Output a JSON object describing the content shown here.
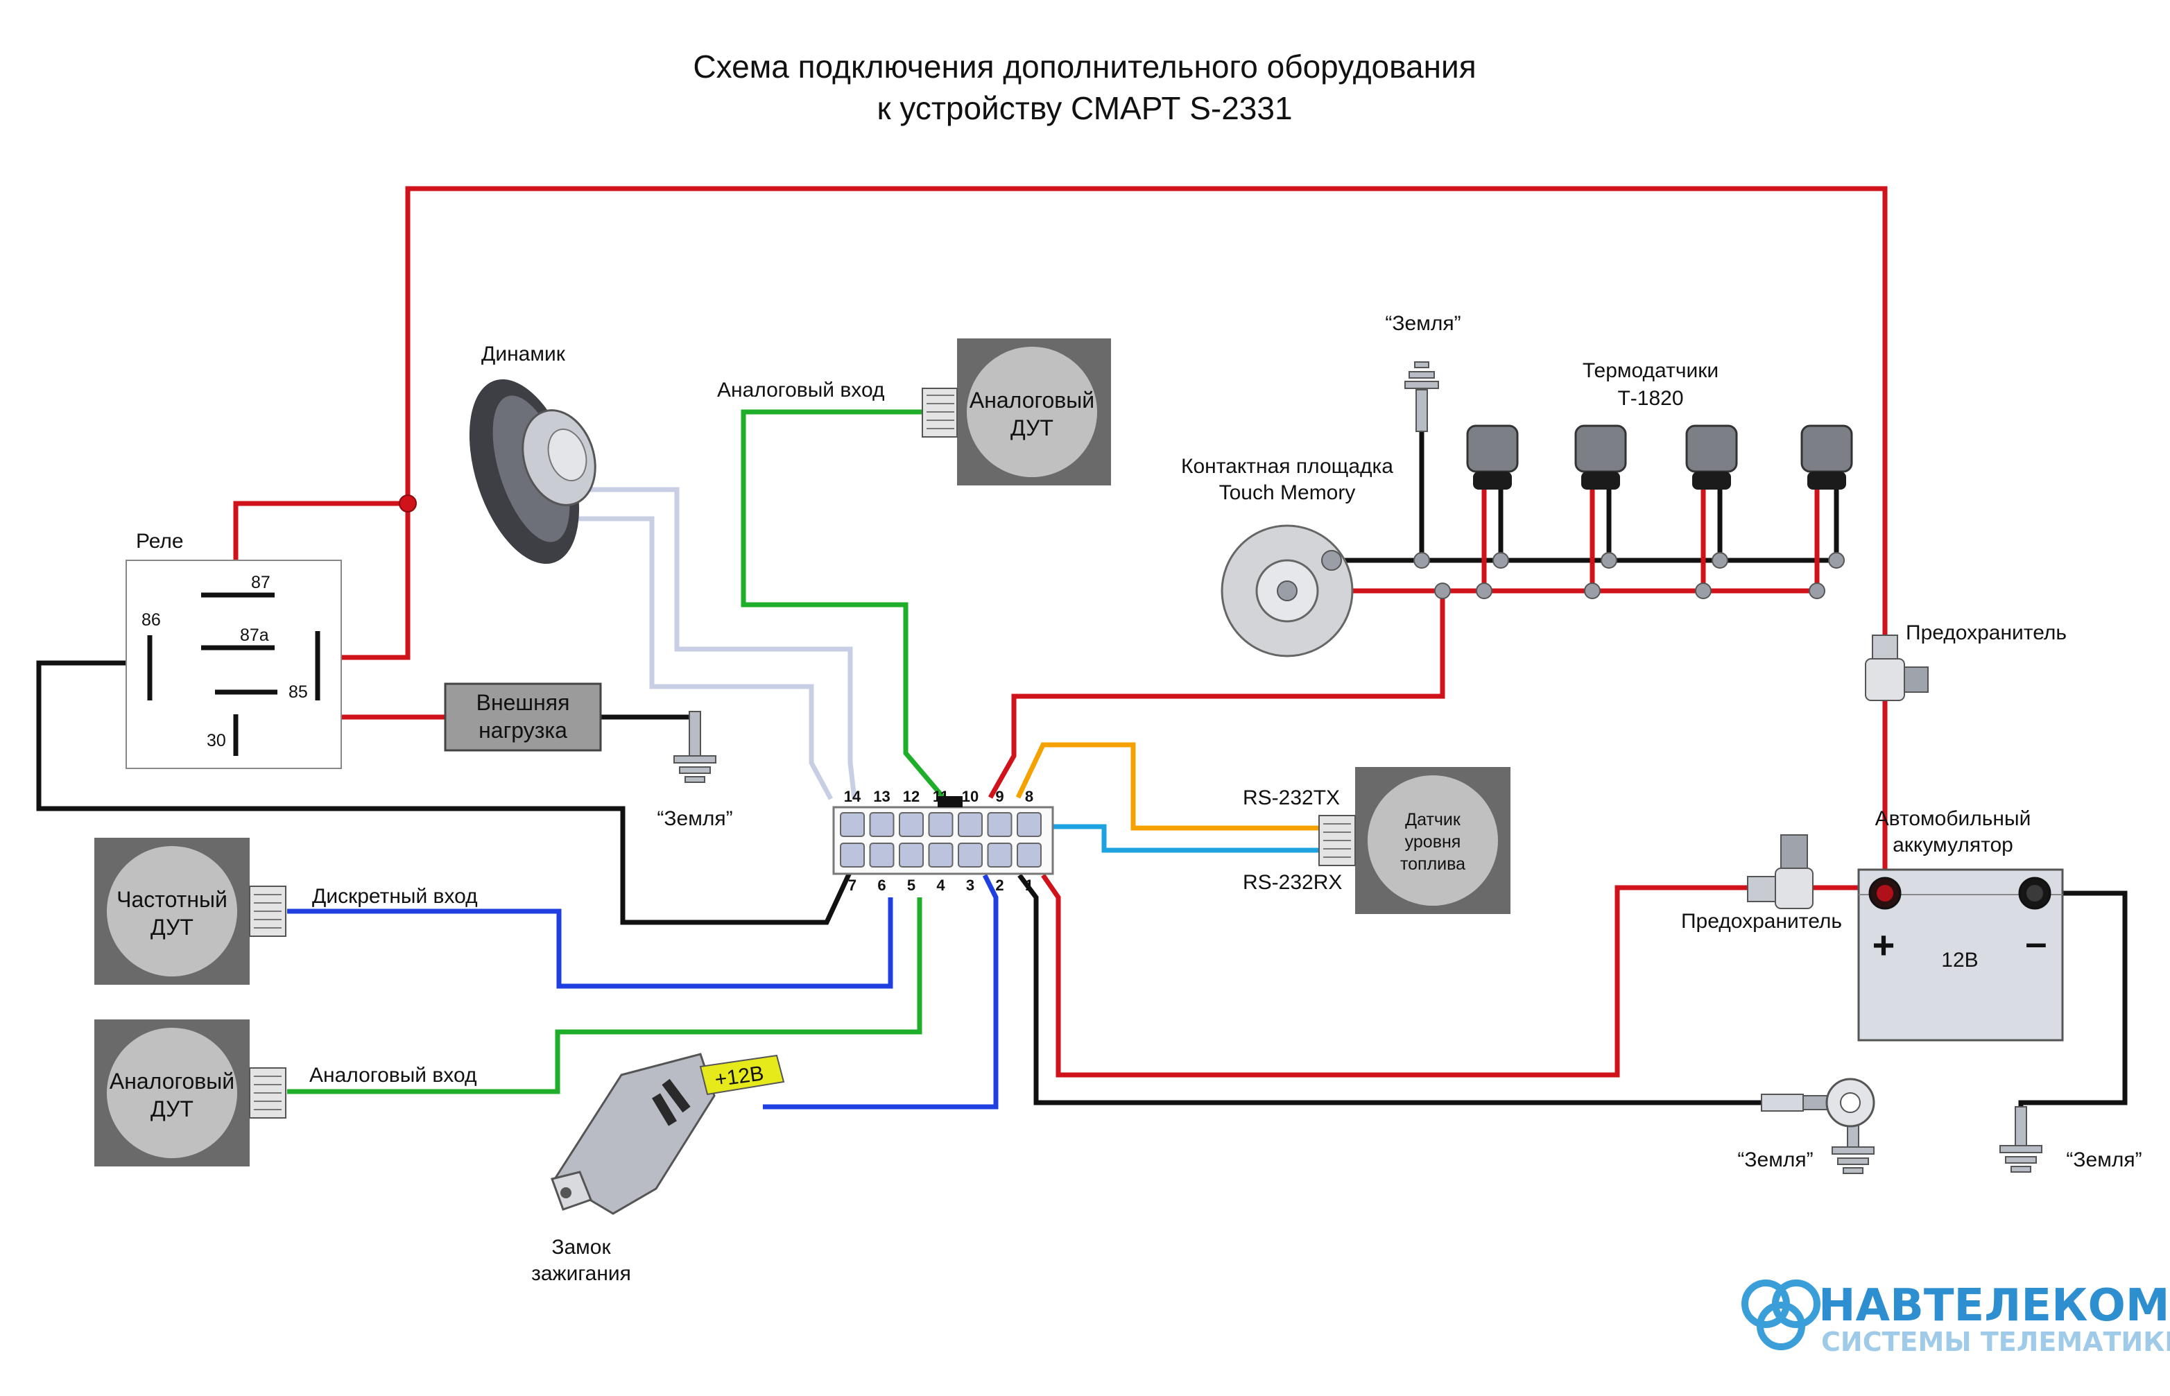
{
  "title": {
    "line1": "Схема подключения дополнительного оборудования",
    "line2": "к устройству СМАРТ S-2331"
  },
  "colors": {
    "power": "#d0121b",
    "ground": "#111111",
    "discrete": "#1f3fe0",
    "analog": "#1fae2a",
    "rs232tx": "#f5a100",
    "rs232rx": "#1fa3e0",
    "speaker": "#c8cfe4"
  },
  "relay": {
    "label": "Реле",
    "pins": {
      "p87": "87",
      "p87a": "87a",
      "p86": "86",
      "p85": "85",
      "p30": "30"
    }
  },
  "external_load": {
    "line1": "Внешняя",
    "line2": "нагрузка"
  },
  "grounds": {
    "load": "“Земля”",
    "touch_memory": "“Земля”",
    "connector": "“Земля”",
    "battery": "“Земля”"
  },
  "speaker": {
    "label": "Динамик"
  },
  "analog_fls_top": {
    "label_line1": "Аналоговый",
    "label_line2": "ДУТ",
    "input_label": "Аналоговый вход"
  },
  "frequency_fls": {
    "label_line1": "Частотный",
    "label_line2": "ДУТ",
    "input_label": "Дискретный вход"
  },
  "analog_fls_bottom": {
    "label_line1": "Аналоговый",
    "label_line2": "ДУТ",
    "input_label": "Аналоговый вход"
  },
  "ignition": {
    "label_line1": "Замок",
    "label_line2": "зажигания",
    "tag": "+12В"
  },
  "touch_memory": {
    "line1": "Контактная площадка",
    "line2": "Touch Memory"
  },
  "thermo": {
    "line1": "Термодатчики",
    "line2": "Т-1820"
  },
  "fuel_sensor": {
    "line1": "Датчик",
    "line2": "уровня",
    "line3": "топлива",
    "tx_label": "RS-232TX",
    "rx_label": "RS-232RX"
  },
  "fuses": {
    "top": "Предохранитель",
    "bottom": "Предохранитель"
  },
  "battery": {
    "line1": "Автомобильный",
    "line2": "аккумулятор",
    "voltage": "12В",
    "plus": "+",
    "minus": "–"
  },
  "connector": {
    "top_pins": [
      "14",
      "13",
      "12",
      "11",
      "10",
      "9",
      "8"
    ],
    "bottom_pins": [
      "7",
      "6",
      "5",
      "4",
      "3",
      "2",
      "1"
    ]
  },
  "logo": {
    "name": "НАВТЕЛЕКОМ",
    "tagline": "СИСТЕМЫ ТЕЛЕМАТИКИ"
  }
}
